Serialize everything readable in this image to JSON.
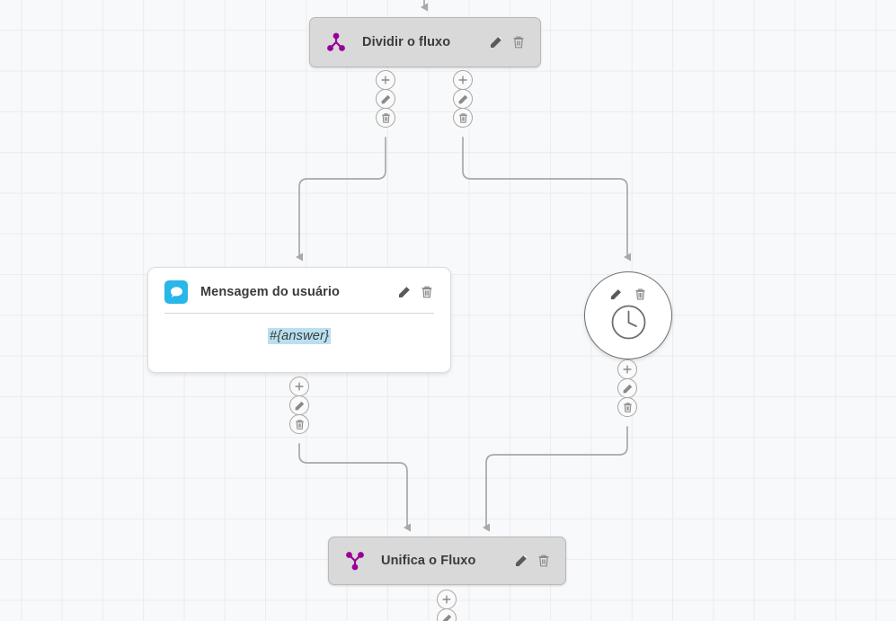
{
  "canvas": {
    "grid_color": "#e8ecf4",
    "background_color": "#f8f9fa",
    "edge_color": "#a8a8a8"
  },
  "nodes": [
    {
      "id": "split",
      "title": "Dividir o fluxo",
      "icon": "flow-split-icon",
      "icon_color": "#990099",
      "style": "grey-box",
      "edit_label": "pencil-icon",
      "delete_label": "trash-icon"
    },
    {
      "id": "user_message",
      "title": "Mensagem do usuário",
      "icon": "chat-bubble-icon",
      "icon_color": "#29b6e8",
      "style": "white-card",
      "body_text": "#{answer}",
      "body_highlight_color": "#b9e0f0",
      "edit_label": "pencil-icon",
      "delete_label": "trash-icon"
    },
    {
      "id": "timer",
      "title": "",
      "icon": "clock-icon",
      "icon_color": "#6e6e6e",
      "style": "circle",
      "edit_label": "pencil-icon",
      "delete_label": "trash-icon"
    },
    {
      "id": "merge",
      "title": "Unifica o Fluxo",
      "icon": "flow-merge-icon",
      "icon_color": "#990099",
      "style": "grey-box",
      "edit_label": "pencil-icon",
      "delete_label": "trash-icon"
    }
  ],
  "ports": {
    "add_label": "plus-icon",
    "edit_label": "pencil-icon",
    "delete_label": "trash-icon"
  }
}
